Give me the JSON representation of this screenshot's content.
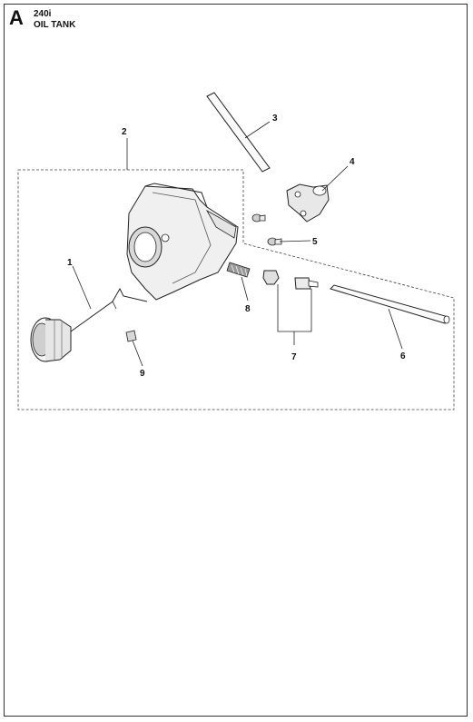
{
  "header": {
    "section_letter": "A",
    "model": "240i",
    "title": "OIL TANK"
  },
  "callouts": [
    {
      "id": "c1",
      "label": "1"
    },
    {
      "id": "c2",
      "label": "2"
    },
    {
      "id": "c3",
      "label": "3"
    },
    {
      "id": "c4",
      "label": "4"
    },
    {
      "id": "c5",
      "label": "5"
    },
    {
      "id": "c6",
      "label": "6"
    },
    {
      "id": "c7",
      "label": "7"
    },
    {
      "id": "c8",
      "label": "8"
    },
    {
      "id": "c9",
      "label": "9"
    }
  ],
  "parts": [
    {
      "name": "oil-cap"
    },
    {
      "name": "oil-tank"
    },
    {
      "name": "hose"
    },
    {
      "name": "oil-pump"
    },
    {
      "name": "screw"
    },
    {
      "name": "tube"
    },
    {
      "name": "nipple-set"
    },
    {
      "name": "spring"
    },
    {
      "name": "plug"
    }
  ]
}
